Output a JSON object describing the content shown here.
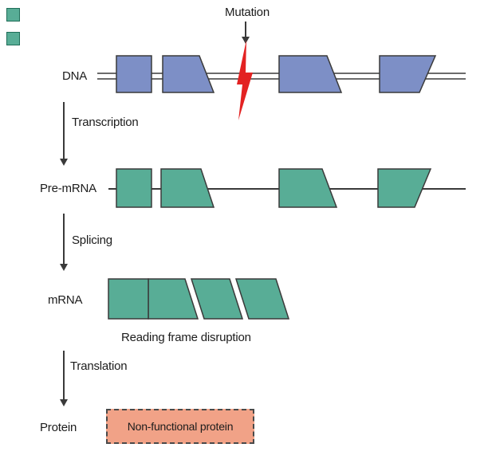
{
  "figure": {
    "mutation_label": "Mutation",
    "rows": {
      "dna": "DNA",
      "pre_mrna": "Pre-mRNA",
      "mrna": "mRNA",
      "protein": "Protein"
    },
    "process_arrows": [
      "Transcription",
      "Splicing",
      "Translation"
    ],
    "annotation": "Reading frame disruption",
    "protein_box": "Non-functional protein"
  },
  "colors": {
    "dna_exon": "#7d8fc6",
    "rna_exon": "#58ad96",
    "mutation_bolt": "#e32222",
    "protein_fill": "#f1a287",
    "outline": "#3a3a3a"
  }
}
